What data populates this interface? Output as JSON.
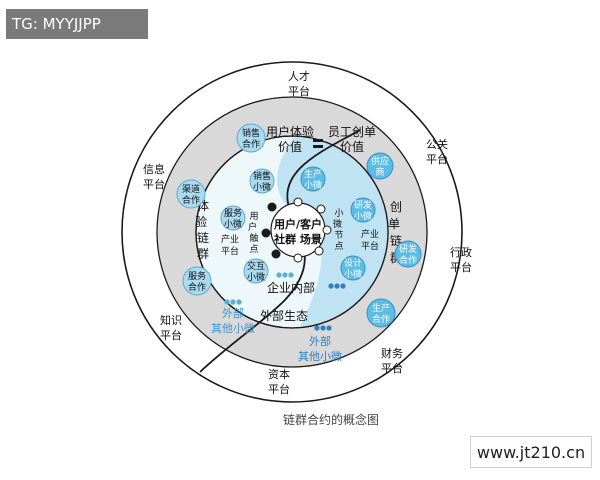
{
  "watermarks": {
    "top_left": "TG: MYYJJPP",
    "bottom_right": "www.jt210.cn"
  },
  "caption": "链群合约的概念图",
  "platforms": {
    "talent": [
      "人才",
      "平台"
    ],
    "public": [
      "公关",
      "平台"
    ],
    "info": [
      "信息",
      "平台"
    ],
    "admin": [
      "行政",
      "平台"
    ],
    "knowledge": [
      "知识",
      "平台"
    ],
    "finance": [
      "财务",
      "平台"
    ],
    "capital": [
      "资本",
      "平台"
    ]
  },
  "value_labels": {
    "user_value": [
      "用户体验",
      "价值"
    ],
    "employee_value": [
      "员工创单",
      "价值"
    ]
  },
  "chains": {
    "experience": [
      "体",
      "验",
      "链",
      "群"
    ],
    "creation": [
      "创",
      "单",
      "链",
      "群"
    ]
  },
  "nodes": {
    "sales_coop": [
      "销售",
      "合作"
    ],
    "channel_coop": [
      "渠道",
      "合作"
    ],
    "service_coop": [
      "服务",
      "合作"
    ],
    "supplier": [
      "供应",
      "商"
    ],
    "rnd_coop": [
      "研发",
      "合作"
    ],
    "production_coop": [
      "生产",
      "合作"
    ],
    "sales_micro": [
      "销售",
      "小微"
    ],
    "service_micro": [
      "服务",
      "小微"
    ],
    "interaction_micro": [
      "交互",
      "小微"
    ],
    "production_micro": [
      "生产",
      "小微"
    ],
    "rnd_micro": [
      "研发",
      "小微"
    ],
    "design_micro": [
      "设计",
      "小微"
    ]
  },
  "inner": {
    "industry_platform_left": [
      "产业",
      "平台"
    ],
    "industry_platform_right": [
      "产业",
      "平台"
    ],
    "user_touchpoint": [
      "用",
      "户",
      "触",
      "点"
    ],
    "micro_node": [
      "小",
      "微",
      "节",
      "点"
    ],
    "center": [
      "用户/客户",
      "社群 场景"
    ]
  },
  "regions": {
    "internal": "企业内部",
    "ecosystem": "外部生态",
    "ext_micro_left": [
      "外部",
      "其他小微"
    ],
    "ext_micro_right": [
      "外部",
      "其他小微"
    ]
  },
  "colors": {
    "outer_ring": "#ffffff",
    "middle_ring": "#d9d9d9",
    "inner_left": "#eef8fb",
    "inner_right": "#bfe3f3",
    "node_fill": "#a9daf0",
    "node_fill_dark": "#5bbde6",
    "dots": "#5aaedc",
    "line": "#1a1a1a"
  }
}
